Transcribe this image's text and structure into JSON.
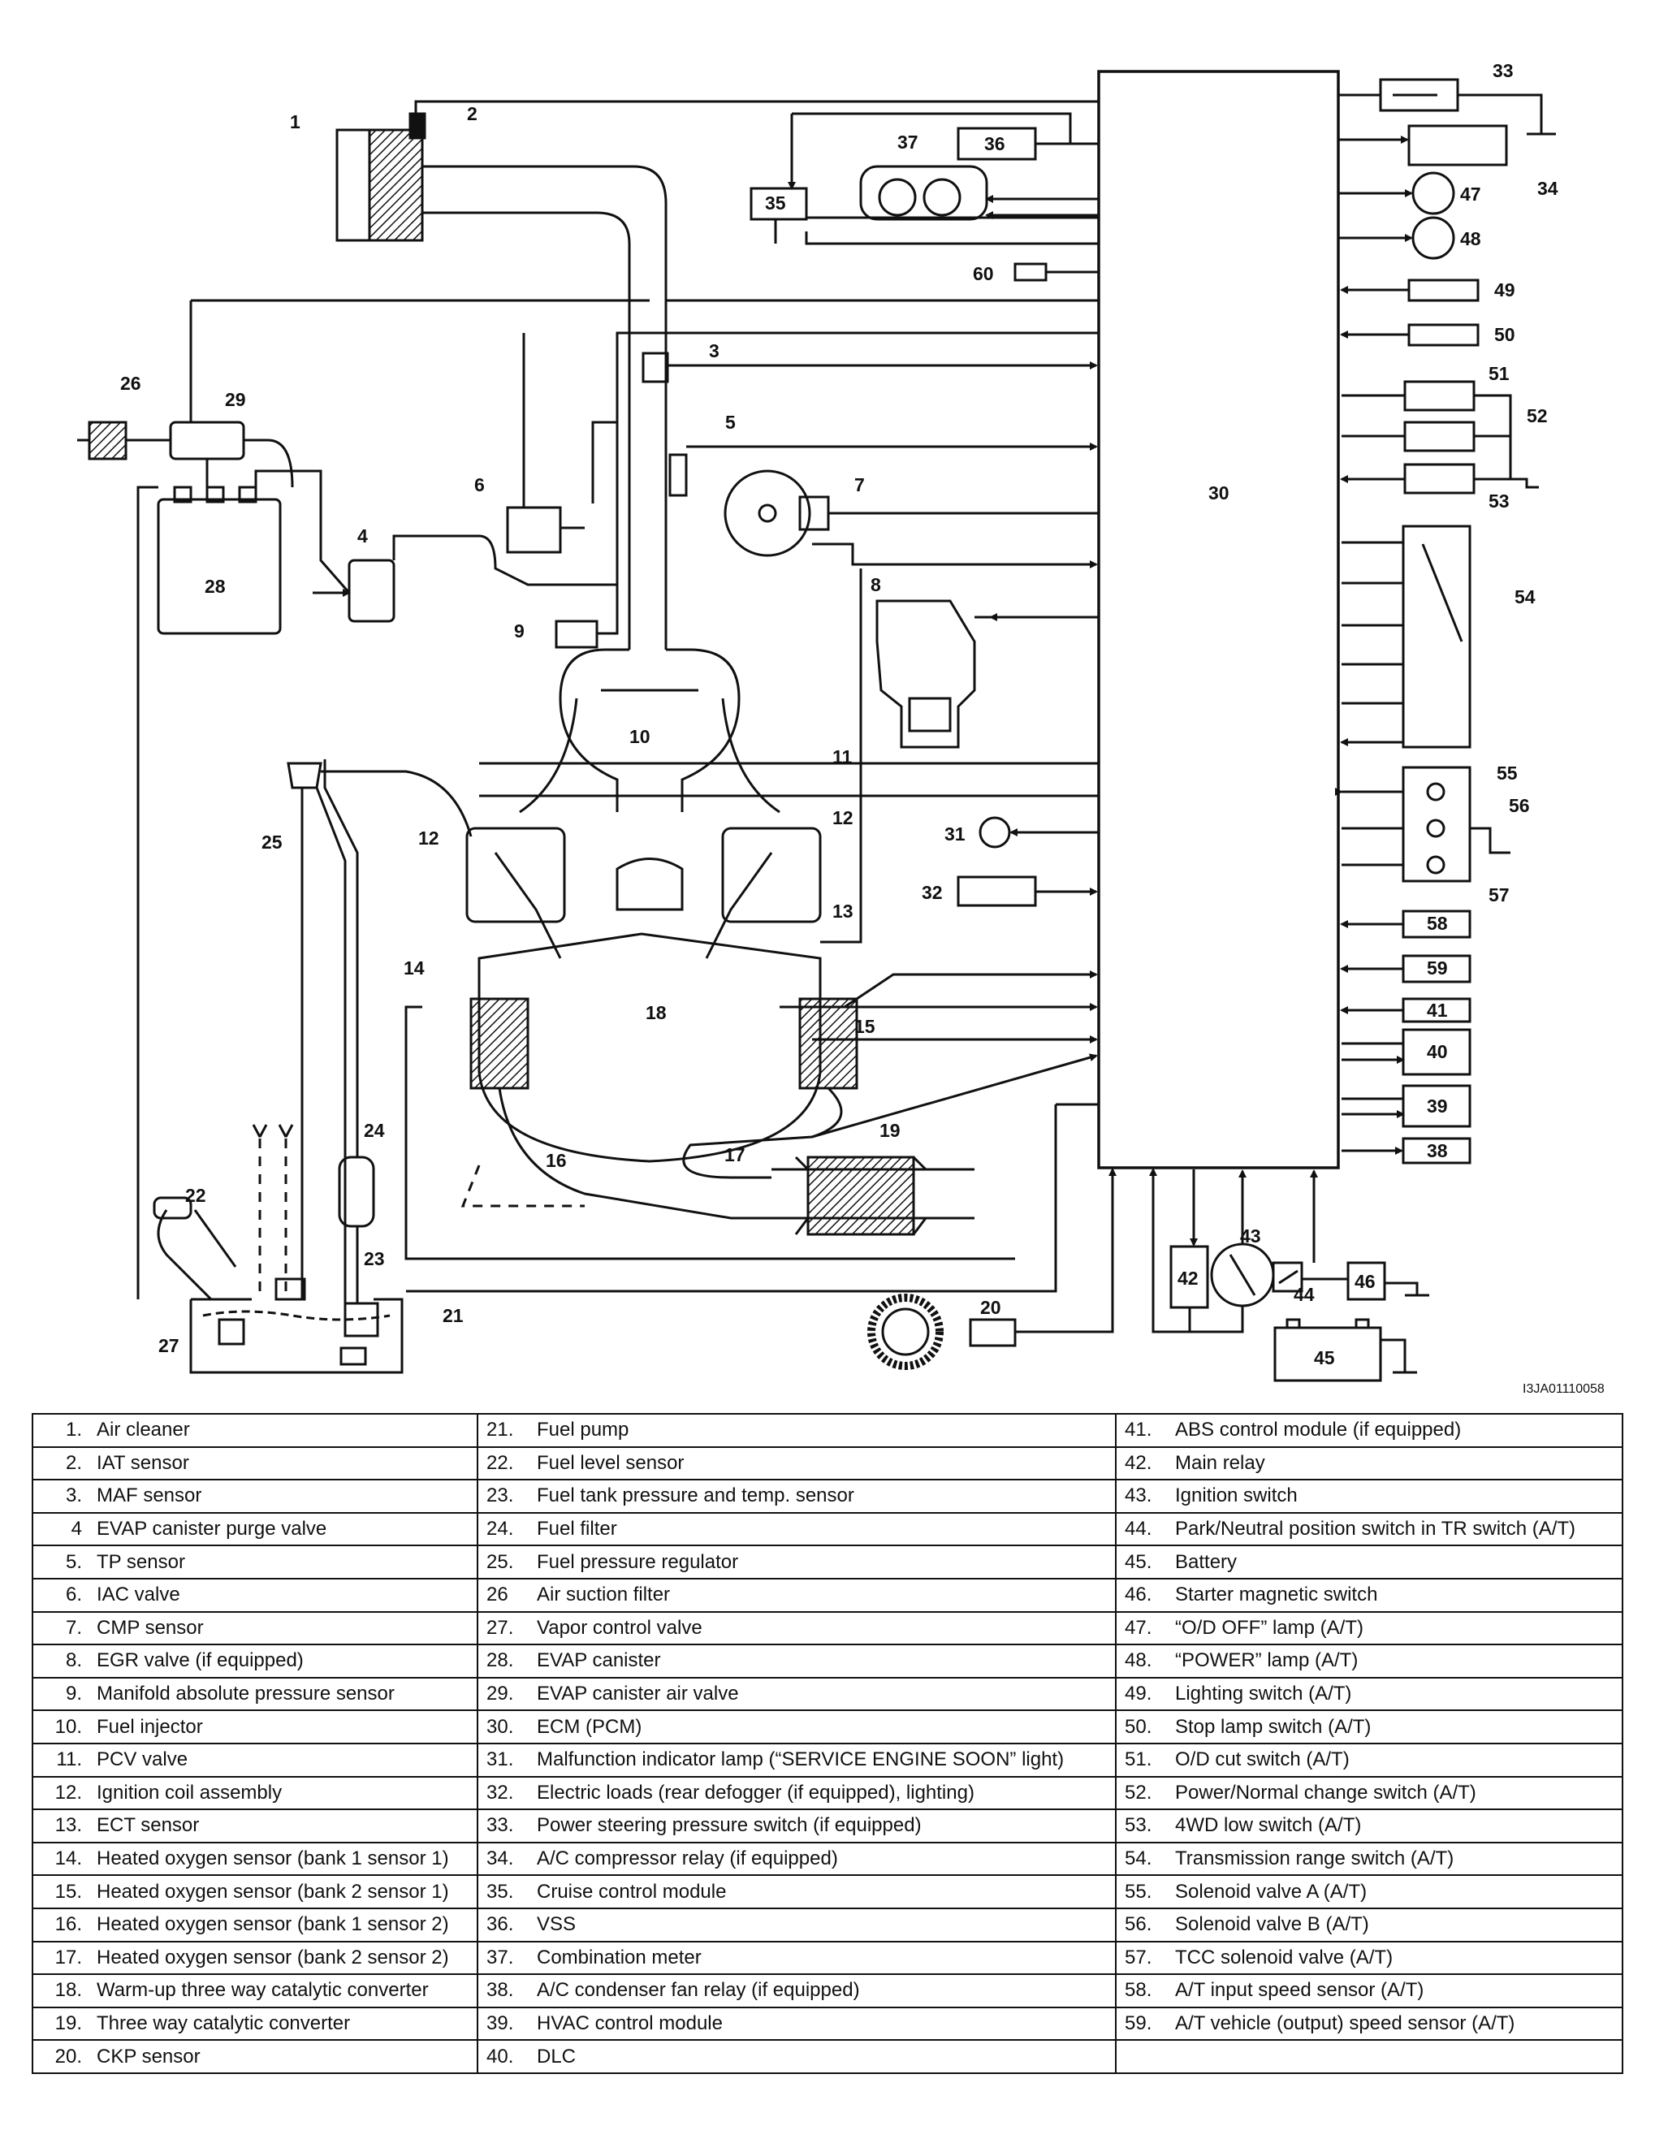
{
  "diagram": {
    "callouts": {
      "c1": "1",
      "c2": "2",
      "c3": "3",
      "c4": "4",
      "c5": "5",
      "c6": "6",
      "c7": "7",
      "c8": "8",
      "c9": "9",
      "c10": "10",
      "c11": "11",
      "c12a": "12",
      "c12b": "12",
      "c13": "13",
      "c14": "14",
      "c15": "15",
      "c16": "16",
      "c17": "17",
      "c18": "18",
      "c19": "19",
      "c20": "20",
      "c21": "21",
      "c22": "22",
      "c23": "23",
      "c24": "24",
      "c25": "25",
      "c26": "26",
      "c27": "27",
      "c28": "28",
      "c29": "29",
      "c30": "30",
      "c31": "31",
      "c32": "32",
      "c33": "33",
      "c34": "34",
      "c35": "35",
      "c36": "36",
      "c37": "37",
      "c38": "38",
      "c39": "39",
      "c40": "40",
      "c41": "41",
      "c42": "42",
      "c43": "43",
      "c44": "44",
      "c45": "45",
      "c46": "46",
      "c47": "47",
      "c48": "48",
      "c49": "49",
      "c50": "50",
      "c51": "51",
      "c52": "52",
      "c53": "53",
      "c54": "54",
      "c55": "55",
      "c56": "56",
      "c57": "57",
      "c58": "58",
      "c59": "59",
      "c60": "60"
    },
    "figure_code": "I3JA01110058"
  },
  "legend": {
    "rows": [
      [
        {
          "n": "1.",
          "t": "Air cleaner"
        },
        {
          "n": "21.",
          "t": "Fuel pump"
        },
        {
          "n": "41.",
          "t": "ABS control module (if equipped)"
        }
      ],
      [
        {
          "n": "2.",
          "t": "IAT sensor"
        },
        {
          "n": "22.",
          "t": "Fuel level sensor"
        },
        {
          "n": "42.",
          "t": "Main relay"
        }
      ],
      [
        {
          "n": "3.",
          "t": "MAF sensor"
        },
        {
          "n": "23.",
          "t": "Fuel tank pressure and temp. sensor"
        },
        {
          "n": "43.",
          "t": "Ignition switch"
        }
      ],
      [
        {
          "n": "4",
          "t": "EVAP canister purge valve"
        },
        {
          "n": "24.",
          "t": "Fuel filter"
        },
        {
          "n": "44.",
          "t": "Park/Neutral position switch in TR switch (A/T)"
        }
      ],
      [
        {
          "n": "5.",
          "t": "TP sensor"
        },
        {
          "n": "25.",
          "t": "Fuel pressure regulator"
        },
        {
          "n": "45.",
          "t": "Battery"
        }
      ],
      [
        {
          "n": "6.",
          "t": "IAC valve"
        },
        {
          "n": "26",
          "t": "Air suction filter"
        },
        {
          "n": "46.",
          "t": "Starter magnetic switch"
        }
      ],
      [
        {
          "n": "7.",
          "t": "CMP sensor"
        },
        {
          "n": "27.",
          "t": "Vapor control valve"
        },
        {
          "n": "47.",
          "t": "“O/D OFF” lamp (A/T)"
        }
      ],
      [
        {
          "n": "8.",
          "t": "EGR valve (if equipped)"
        },
        {
          "n": "28.",
          "t": "EVAP canister"
        },
        {
          "n": "48.",
          "t": "“POWER” lamp (A/T)"
        }
      ],
      [
        {
          "n": "9.",
          "t": "Manifold absolute pressure sensor"
        },
        {
          "n": "29.",
          "t": "EVAP canister air valve"
        },
        {
          "n": "49.",
          "t": "Lighting switch (A/T)"
        }
      ],
      [
        {
          "n": "10.",
          "t": "Fuel injector"
        },
        {
          "n": "30.",
          "t": "ECM (PCM)"
        },
        {
          "n": "50.",
          "t": "Stop lamp switch (A/T)"
        }
      ],
      [
        {
          "n": "11.",
          "t": "PCV valve"
        },
        {
          "n": "31.",
          "t": "Malfunction indicator lamp (“SERVICE ENGINE SOON” light)"
        },
        {
          "n": "51.",
          "t": "O/D cut switch (A/T)"
        }
      ],
      [
        {
          "n": "12.",
          "t": "Ignition coil assembly"
        },
        {
          "n": "32.",
          "t": "Electric loads (rear defogger (if equipped), lighting)"
        },
        {
          "n": "52.",
          "t": "Power/Normal change switch (A/T)"
        }
      ],
      [
        {
          "n": "13.",
          "t": "ECT sensor"
        },
        {
          "n": "33.",
          "t": "Power steering pressure switch (if equipped)"
        },
        {
          "n": "53.",
          "t": "4WD low switch (A/T)"
        }
      ],
      [
        {
          "n": "14.",
          "t": "Heated oxygen sensor (bank 1 sensor 1)"
        },
        {
          "n": "34.",
          "t": "A/C compressor relay (if equipped)"
        },
        {
          "n": "54.",
          "t": "Transmission range switch (A/T)"
        }
      ],
      [
        {
          "n": "15.",
          "t": "Heated oxygen sensor (bank 2 sensor 1)"
        },
        {
          "n": "35.",
          "t": "Cruise control module"
        },
        {
          "n": "55.",
          "t": "Solenoid valve A (A/T)"
        }
      ],
      [
        {
          "n": "16.",
          "t": "Heated oxygen sensor (bank 1 sensor 2)"
        },
        {
          "n": "36.",
          "t": "VSS"
        },
        {
          "n": "56.",
          "t": "Solenoid valve B (A/T)"
        }
      ],
      [
        {
          "n": "17.",
          "t": "Heated oxygen sensor (bank 2 sensor 2)"
        },
        {
          "n": "37.",
          "t": "Combination meter"
        },
        {
          "n": "57.",
          "t": "TCC solenoid valve (A/T)"
        }
      ],
      [
        {
          "n": "18.",
          "t": "Warm-up three way catalytic converter"
        },
        {
          "n": "38.",
          "t": "A/C condenser fan relay (if equipped)"
        },
        {
          "n": "58.",
          "t": "A/T input speed sensor (A/T)"
        }
      ],
      [
        {
          "n": "19.",
          "t": "Three way catalytic converter"
        },
        {
          "n": "39.",
          "t": "HVAC control module"
        },
        {
          "n": "59.",
          "t": "A/T vehicle (output) speed sensor (A/T)"
        }
      ],
      [
        {
          "n": "20.",
          "t": "CKP sensor"
        },
        {
          "n": "40.",
          "t": "DLC"
        },
        {
          "n": "",
          "t": ""
        }
      ]
    ]
  }
}
